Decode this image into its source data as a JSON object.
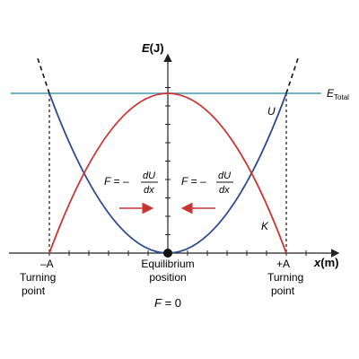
{
  "axes": {
    "y_label_e": "E",
    "y_label_unit": "(J)",
    "x_label_x": "x",
    "x_label_unit": "(m)"
  },
  "curves": {
    "u_label": "U",
    "k_label": "K",
    "e_total_label": "E",
    "e_total_sub": "Total"
  },
  "points": {
    "left_value": "–A",
    "left_line1": "Turning",
    "left_line2": "point",
    "right_value": "+A",
    "right_line1": "Turning",
    "right_line2": "point",
    "center_line1": "Equilibrium",
    "center_line2": "position",
    "center_force_f": "F",
    "center_force_eq": " = 0"
  },
  "forces": {
    "f_symbol": "F",
    "equals_minus": " = –",
    "numerator": "dU",
    "denominator": "dx"
  },
  "colors": {
    "potential": "#2d4a8c",
    "kinetic": "#cc3333",
    "total": "#3b9bb3",
    "axis": "#222222",
    "arrow": "#cc3333"
  }
}
